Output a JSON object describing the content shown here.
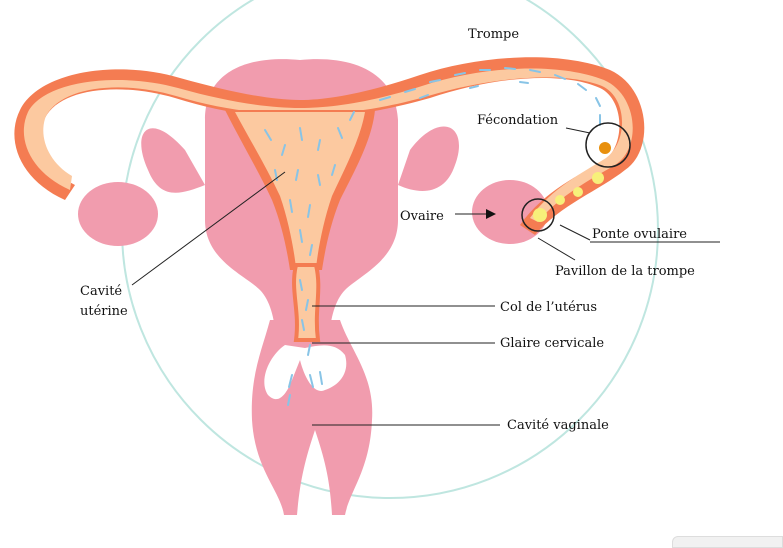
{
  "labels": {
    "trompe": "Trompe",
    "fecondation": "Fécondation",
    "ovaire": "Ovaire",
    "ponte": "Ponte ovulaire",
    "pavillon": "Pavillon de la trompe",
    "cavite_uterine_1": "Cavité",
    "cavite_uterine_2": "utérine",
    "col": "Col de l’utérus",
    "glaire": "Glaire cervicale",
    "cavite_vaginale": "Cavité vaginale"
  },
  "colors": {
    "tube_fill": "#fcc9a0",
    "tube_wall": "#f47c52",
    "pink": "#f19cae",
    "circle": "#bfe6e0",
    "sperm": "#88c4e6",
    "egg": "#f7f07a",
    "fertilized": "#e8900e"
  }
}
